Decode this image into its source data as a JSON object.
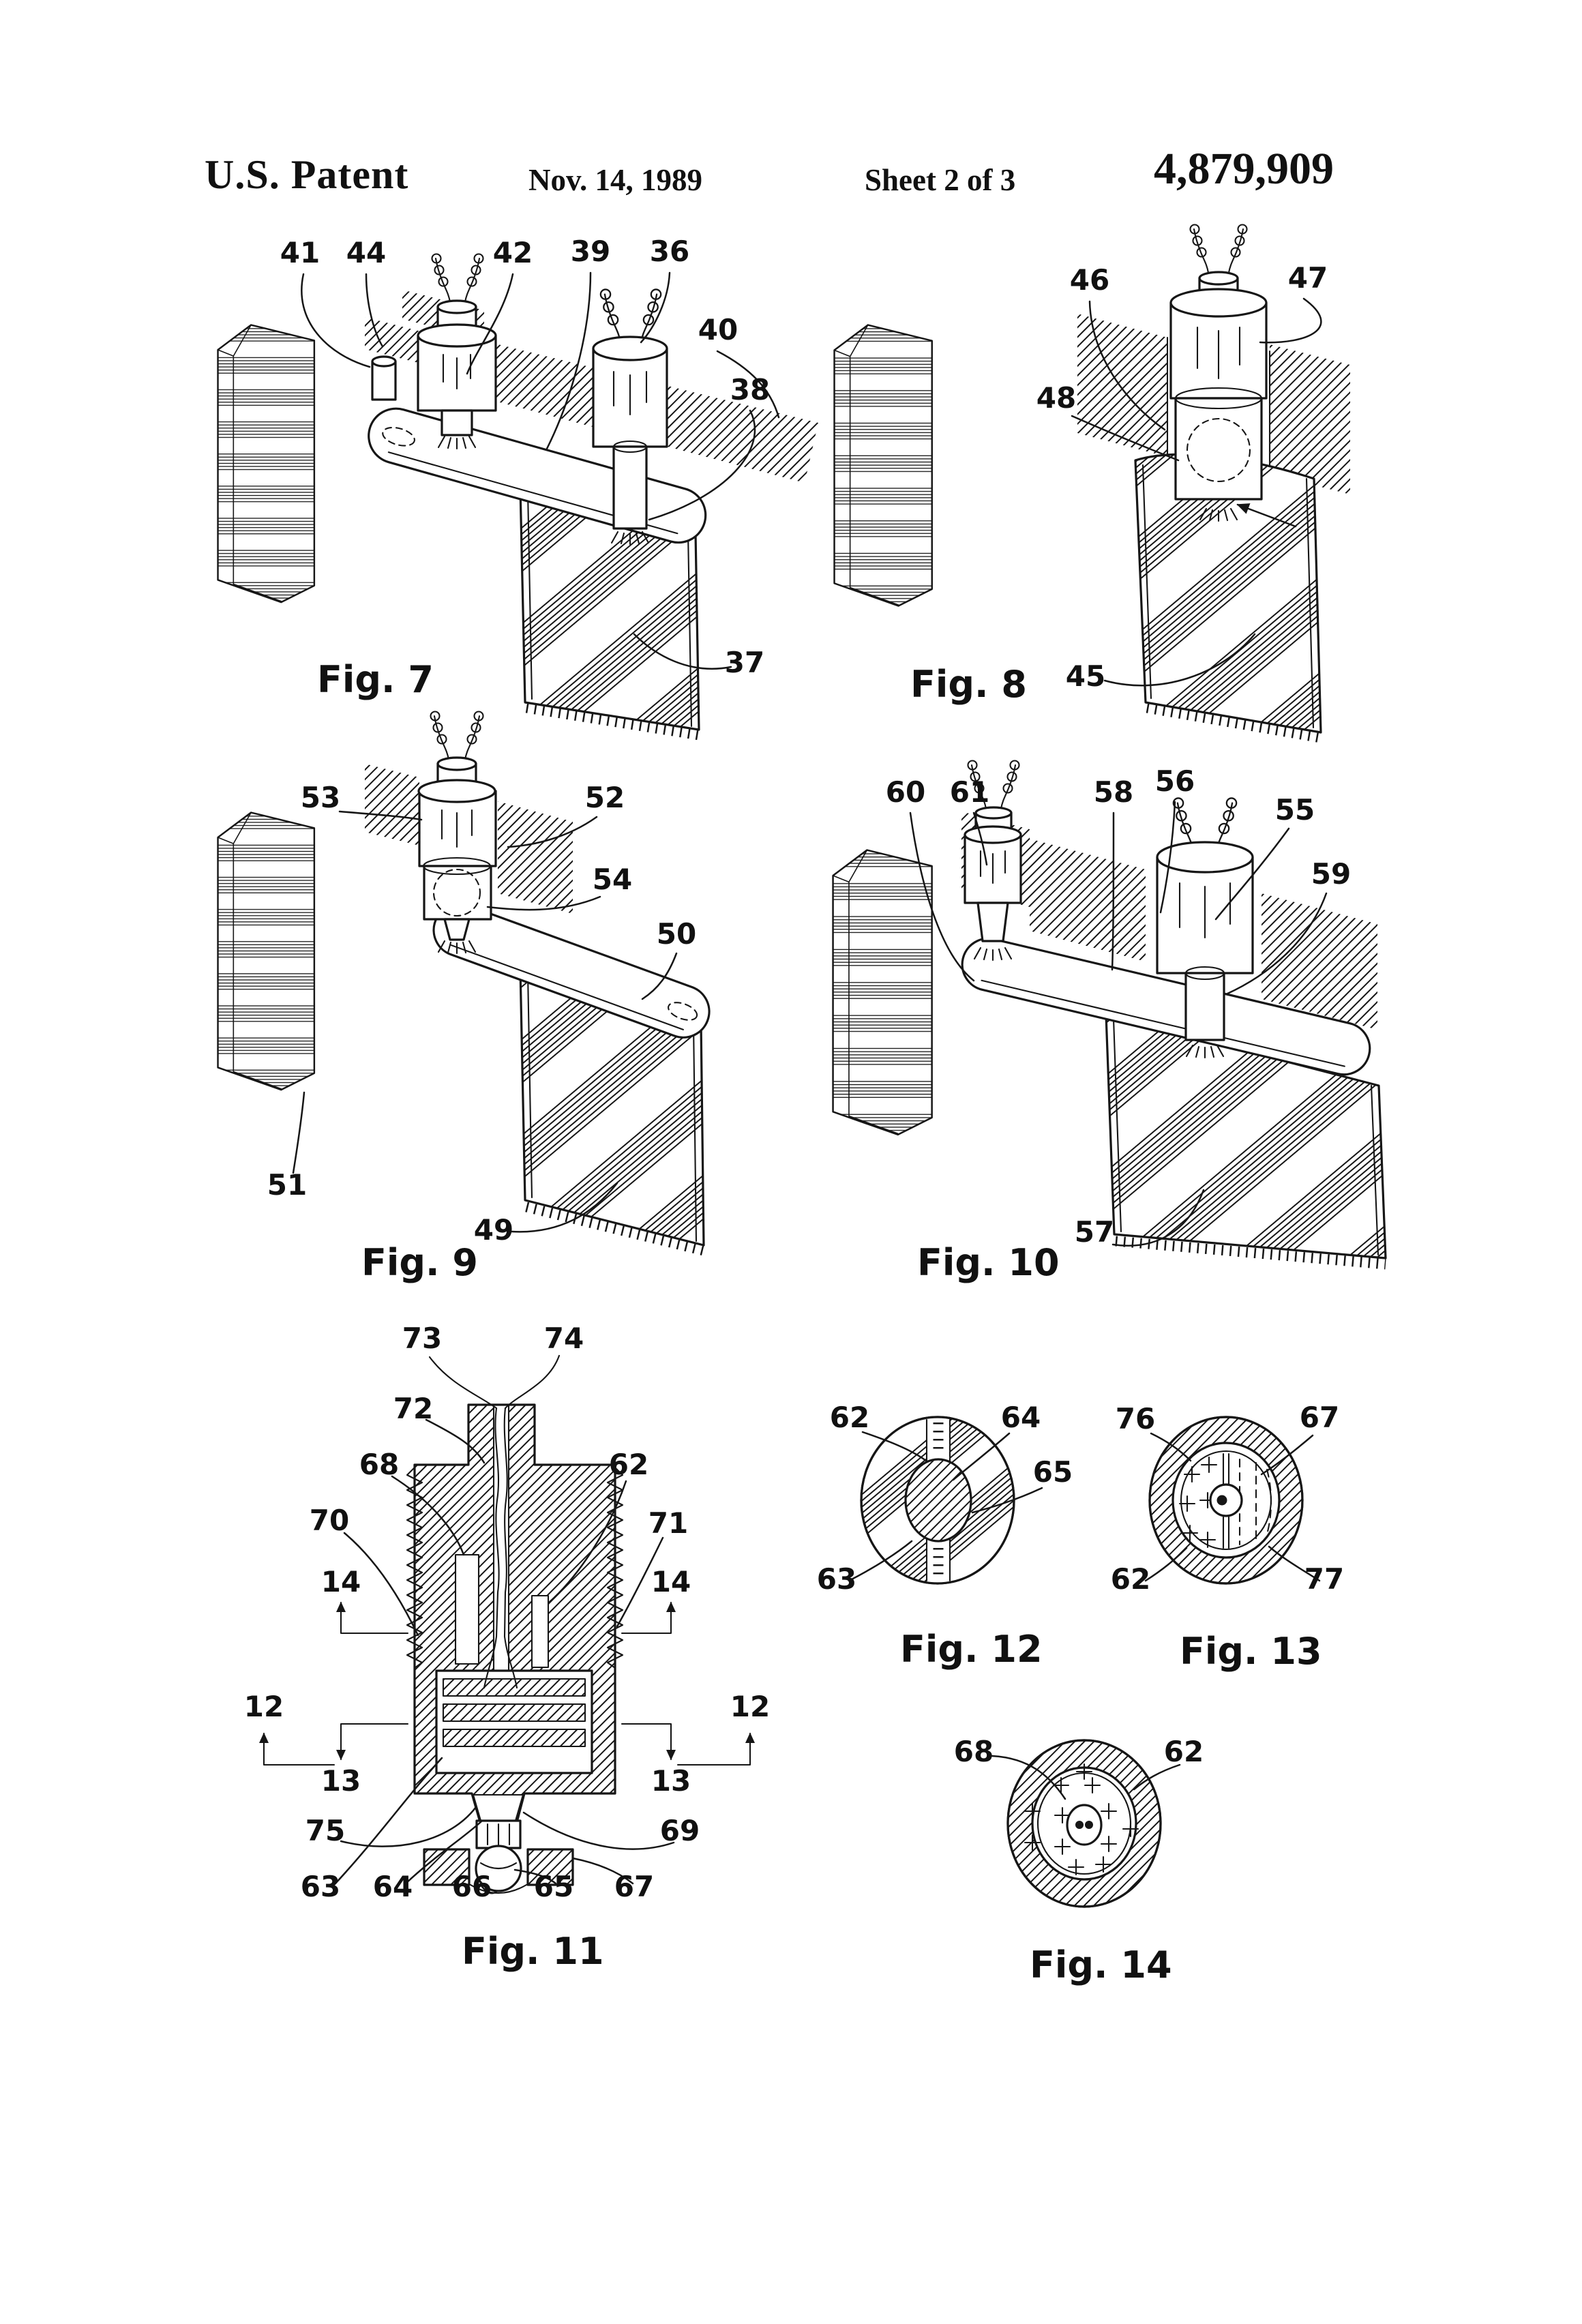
{
  "colors": {
    "ink": "#161616",
    "paper": "#ffffff"
  },
  "header": {
    "title": "U.S. Patent",
    "date": "Nov. 14, 1989",
    "sheet": "Sheet 2 of 3",
    "patent_number": "4,879,909"
  },
  "figures": {
    "fig7": {
      "caption": "Fig. 7",
      "labels": [
        "41",
        "44",
        "42",
        "39",
        "36",
        "40",
        "38",
        "37"
      ]
    },
    "fig8": {
      "caption": "Fig. 8",
      "labels": [
        "46",
        "47",
        "48",
        "45"
      ]
    },
    "fig9": {
      "caption": "Fig. 9",
      "labels": [
        "53",
        "52",
        "54",
        "50",
        "51",
        "49"
      ]
    },
    "fig10": {
      "caption": "Fig. 10",
      "labels": [
        "60",
        "61",
        "58",
        "56",
        "55",
        "59",
        "57"
      ]
    },
    "fig11": {
      "caption": "Fig. 11",
      "labels": [
        "73",
        "74",
        "72",
        "68",
        "62",
        "70",
        "71",
        "14",
        "14",
        "12",
        "12",
        "13",
        "13",
        "75",
        "69",
        "63",
        "64",
        "66",
        "65",
        "67"
      ]
    },
    "fig12": {
      "caption": "Fig. 12",
      "labels": [
        "62",
        "64",
        "65",
        "63"
      ]
    },
    "fig13": {
      "caption": "Fig. 13",
      "labels": [
        "76",
        "67",
        "62",
        "77"
      ]
    },
    "fig14": {
      "caption": "Fig. 14",
      "labels": [
        "68",
        "62"
      ]
    }
  }
}
